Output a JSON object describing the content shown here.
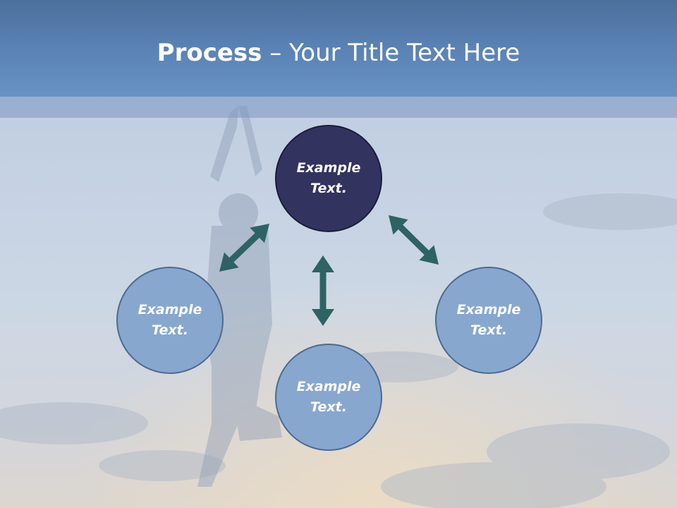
{
  "slide": {
    "title_bold": "Process",
    "title_dash": " – ",
    "title_rest": "Your Title Text Here"
  },
  "diagram": {
    "nodes": [
      {
        "id": "top",
        "label": "Example\nText.",
        "fill": "#33335f"
      },
      {
        "id": "left",
        "label": "Example\nText.",
        "fill": "#87a7cf"
      },
      {
        "id": "bottom",
        "label": "Example\nText.",
        "fill": "#87a7cf"
      },
      {
        "id": "right",
        "label": "Example\nText.",
        "fill": "#87a7cf"
      }
    ],
    "arrow_color": "#2d6363",
    "node_border": "#4d6a8f"
  }
}
